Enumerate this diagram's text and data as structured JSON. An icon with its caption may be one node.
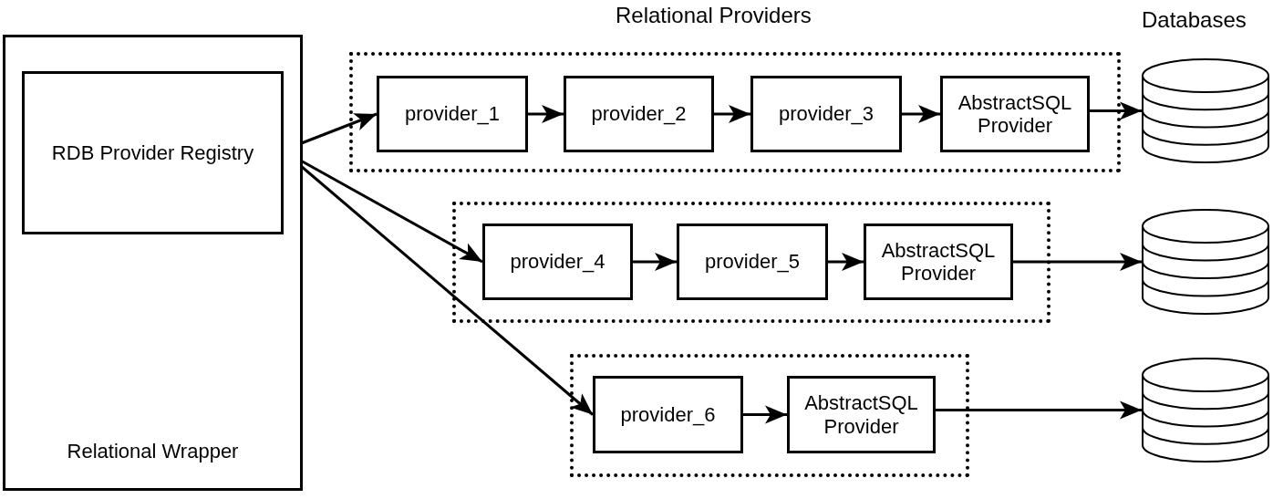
{
  "diagram": {
    "nodes": [
      {
        "text": [
          "Relational Wrapper"
        ]
      },
      {
        "text": [
          "RDB Provider Registry"
        ],
        "in": 0
      },
      {
        "text": [],
        "shape": "box"
      },
      {
        "text": [
          "provider_1"
        ],
        "in": 2
      },
      {
        "text": [
          "provider_2"
        ],
        "in": 2
      },
      {
        "text": [
          "provider_3"
        ],
        "in": 2
      },
      {
        "text": [
          "AbstractSQL Provider"
        ],
        "in": 2
      },
      {
        "text": [],
        "shape": "box"
      },
      {
        "text": [
          "provider_4"
        ],
        "in": 7
      },
      {
        "text": [
          "provider_5"
        ],
        "in": 7
      },
      {
        "text": [
          "AbstractSQL Provider"
        ],
        "in": 7
      },
      {
        "text": [],
        "shape": "box"
      },
      {
        "text": [
          "provider_6"
        ],
        "in": 11
      },
      {
        "text": [
          "AbstractSQL Provider"
        ],
        "in": 11
      },
      {
        "text": [],
        "shape": "cylinder"
      },
      {
        "text": [],
        "shape": "cylinder"
      },
      {
        "text": [],
        "shape": "cylinder"
      }
    ],
    "edges": [
      {
        "from": 1,
        "to": 3,
        "arrow": "to"
      },
      {
        "from": 1,
        "to": 8,
        "arrow": "to"
      },
      {
        "from": 1,
        "to": 12,
        "arrow": "to"
      },
      {
        "from": 3,
        "to": 4,
        "arrow": "to"
      },
      {
        "from": 4,
        "to": 5,
        "arrow": "to"
      },
      {
        "from": 5,
        "to": 6,
        "arrow": "to"
      },
      {
        "from": 6,
        "to": 14,
        "arrow": "to"
      },
      {
        "from": 8,
        "to": 9,
        "arrow": "to"
      },
      {
        "from": 9,
        "to": 10,
        "arrow": "to"
      },
      {
        "from": 10,
        "to": 15,
        "arrow": "to"
      },
      {
        "from": 12,
        "to": 13,
        "arrow": "to"
      },
      {
        "from": 13,
        "to": 16,
        "arrow": "to"
      }
    ],
    "labels": [
      "Relational Providers",
      "Databases"
    ]
  }
}
